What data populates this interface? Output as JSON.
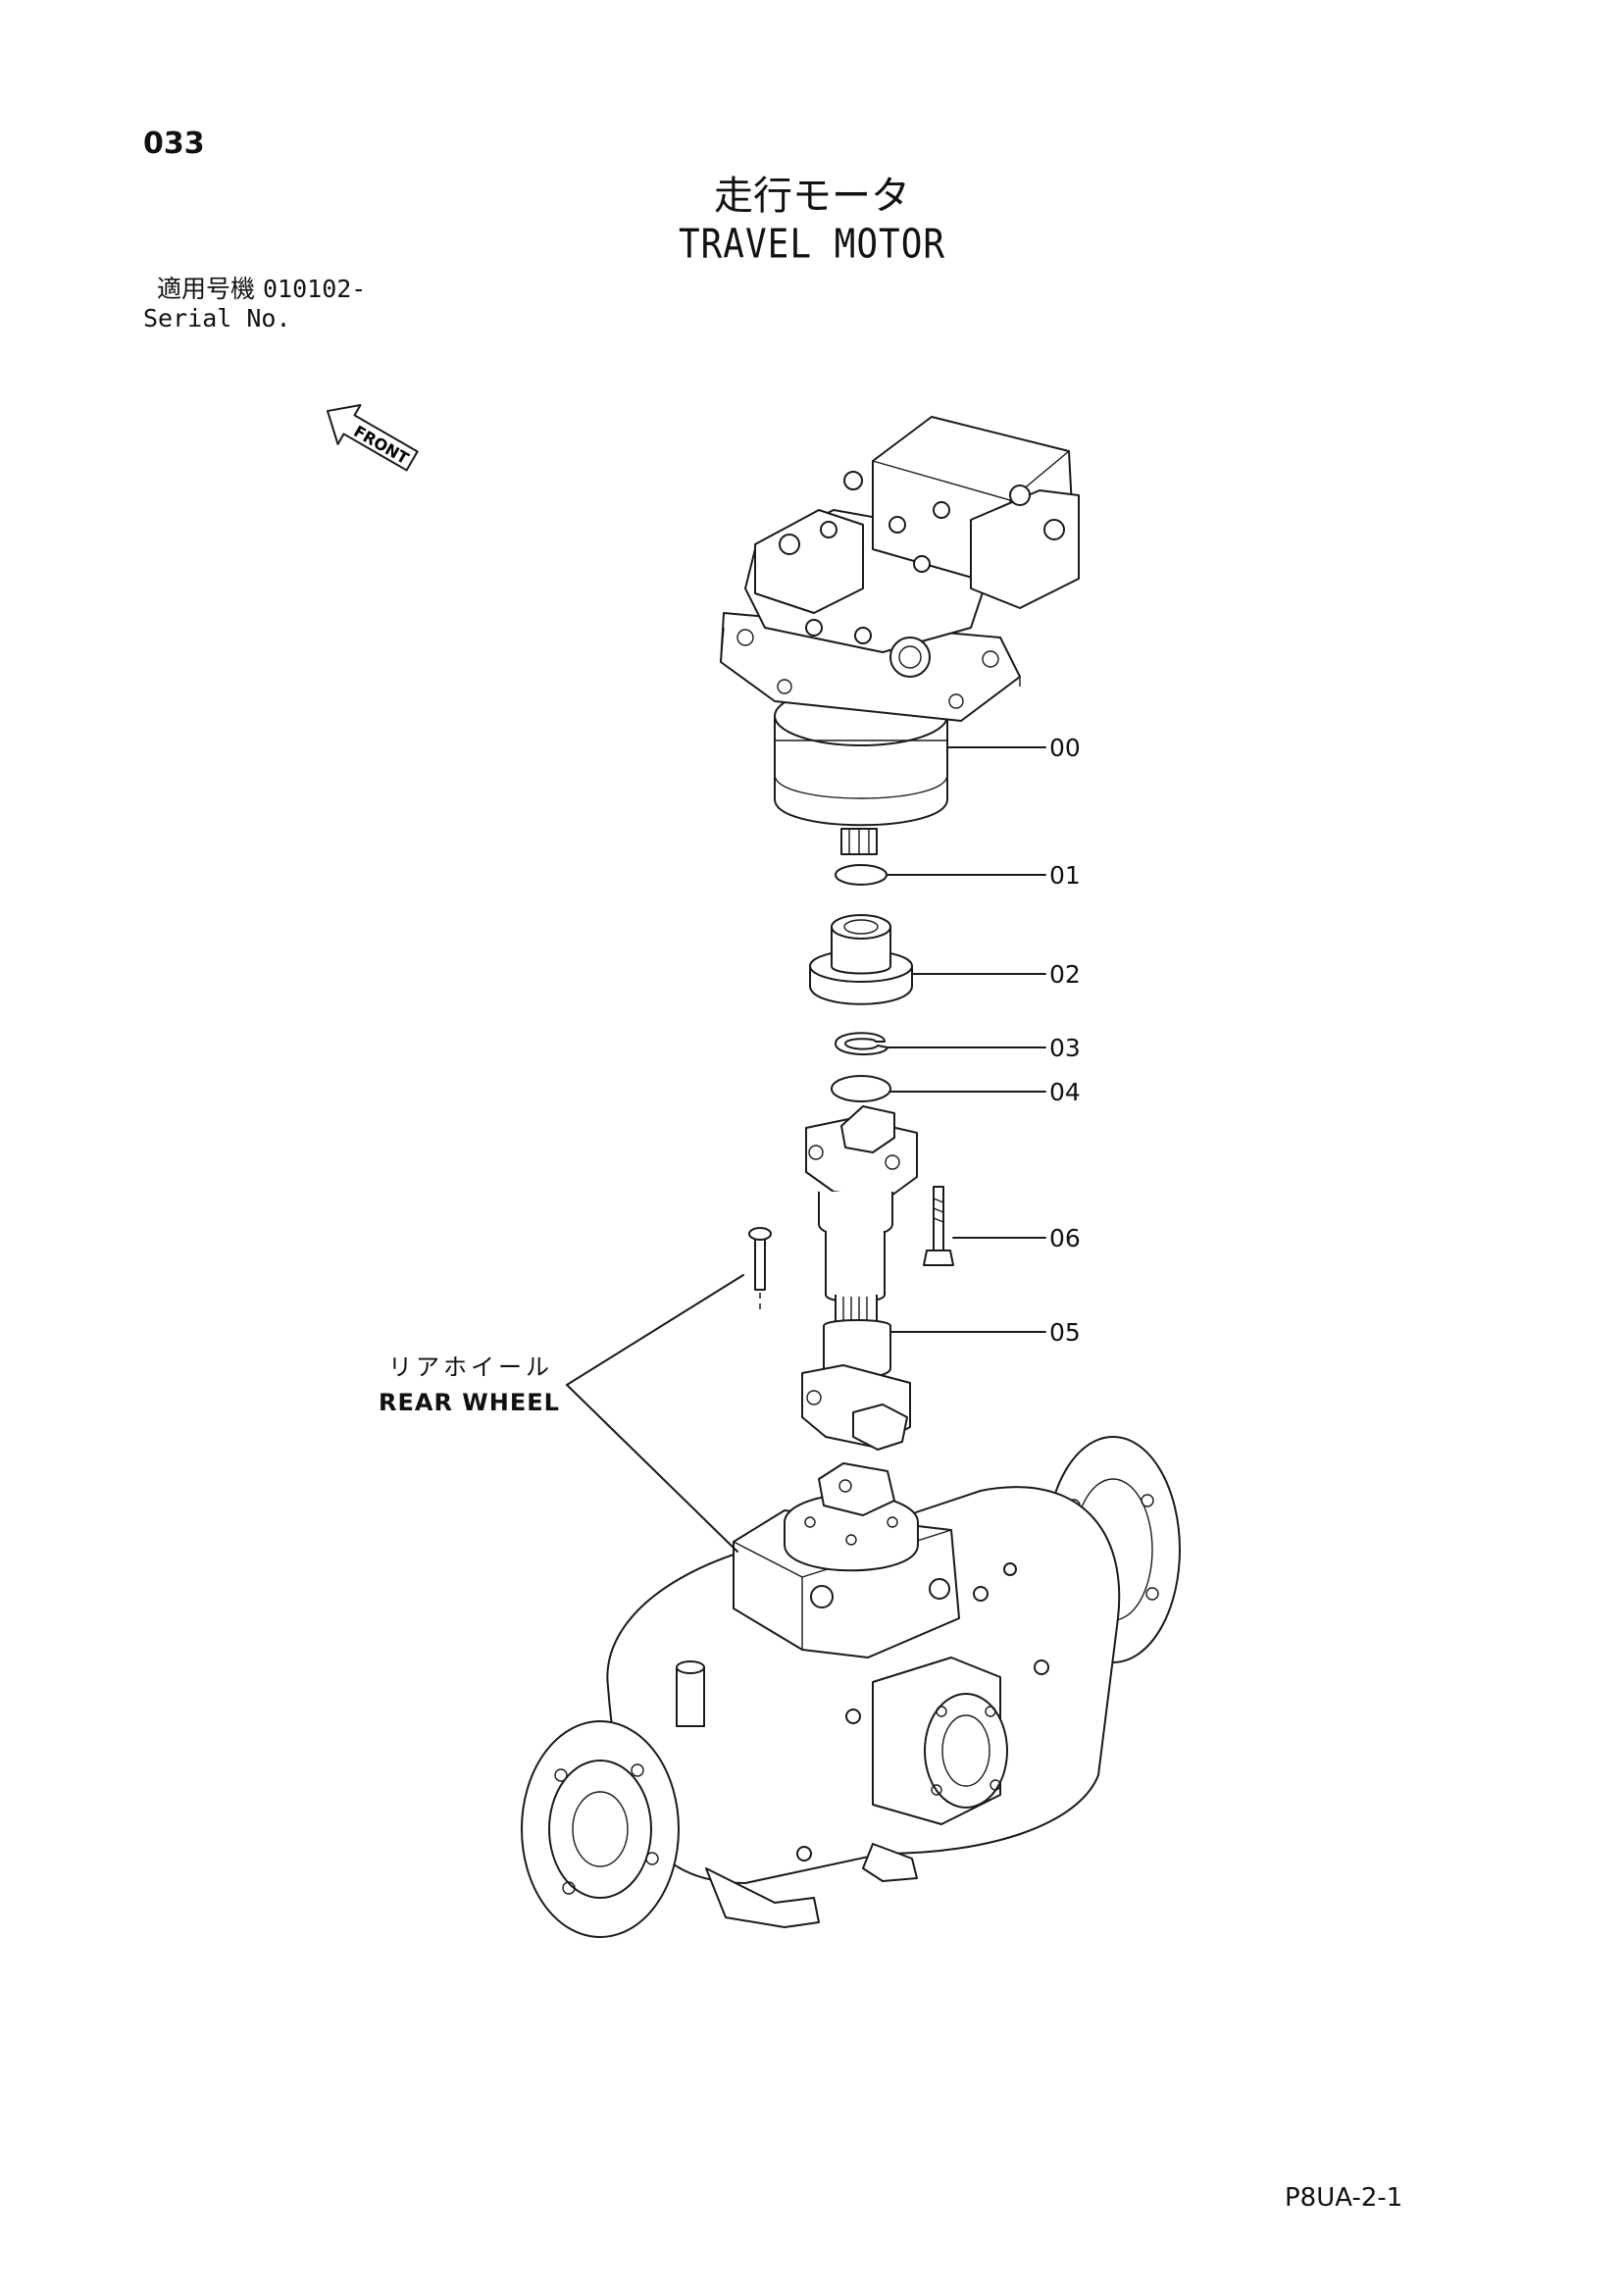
{
  "page_number": "033",
  "title_jp": "走行モータ",
  "title_en": "TRAVEL MOTOR",
  "serial": {
    "label_jp": "適用号機",
    "number": "010102-",
    "label_en": "Serial No."
  },
  "front_label": "FRONT",
  "callouts": [
    {
      "id": "00",
      "label": "00"
    },
    {
      "id": "01",
      "label": "01"
    },
    {
      "id": "02",
      "label": "02"
    },
    {
      "id": "03",
      "label": "03"
    },
    {
      "id": "04",
      "label": "04"
    },
    {
      "id": "06",
      "label": "06"
    },
    {
      "id": "05",
      "label": "05"
    }
  ],
  "rear_wheel": {
    "label_jp": "リアホイール",
    "label_en": "REAR WHEEL"
  },
  "footer_code": "P8UA-2-1"
}
